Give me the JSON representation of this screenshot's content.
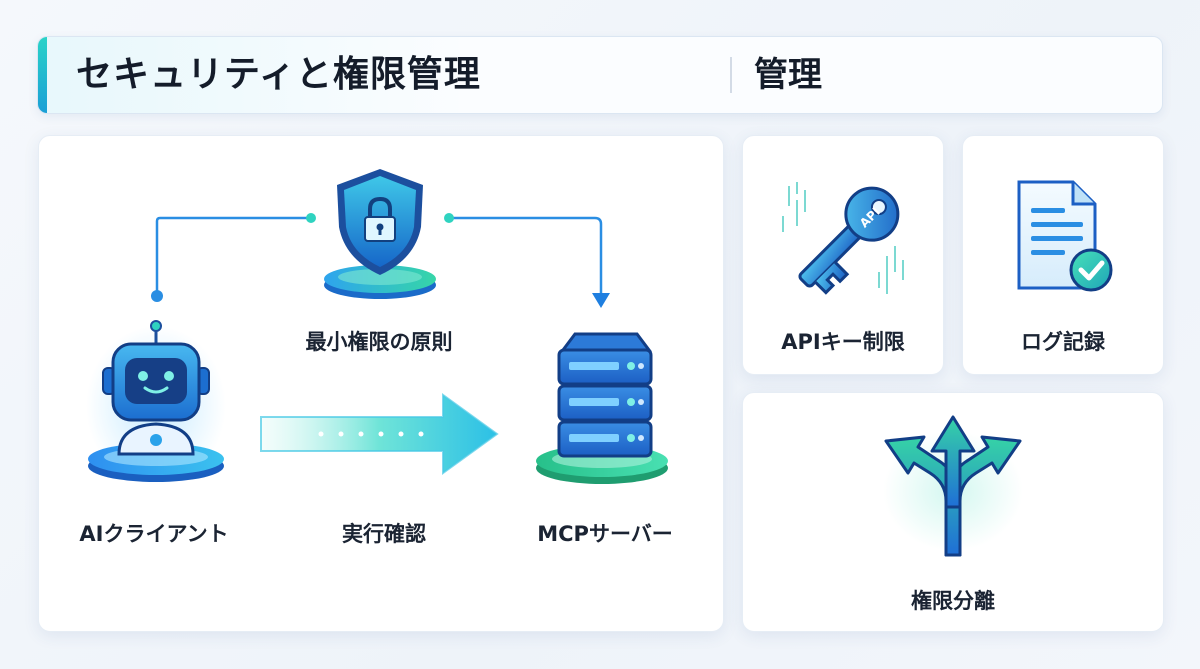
{
  "header": {
    "title": "セキュリティと権限管理",
    "subtitle": "管理"
  },
  "diagram": {
    "principle_label": "最小権限の原則",
    "client_label": "AIクライアント",
    "flow_label": "実行確認",
    "server_label": "MCPサーバー",
    "shield_icon": "shield-lock-icon",
    "robot_icon": "robot-icon",
    "server_icon": "server-rack-icon"
  },
  "cards": {
    "api_label": "APIキー制限",
    "api_icon": "key-icon",
    "api_key_text": "API",
    "log_label": "ログ記録",
    "log_icon": "document-check-icon",
    "separation_label": "権限分離",
    "separation_icon": "split-arrows-icon"
  },
  "colors": {
    "accent_teal": "#2ad3c8",
    "accent_blue": "#1f7fe0",
    "accent_green": "#2fd39a",
    "text": "#1b2433"
  }
}
